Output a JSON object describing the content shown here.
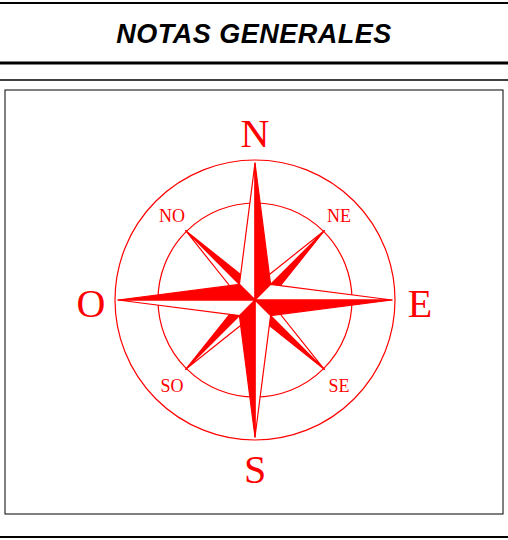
{
  "diagram": {
    "title": "NOTAS GENERALES",
    "labels": [
      "N",
      "NO",
      "NE",
      "O",
      "E",
      "SO",
      "SE",
      "S"
    ]
  }
}
